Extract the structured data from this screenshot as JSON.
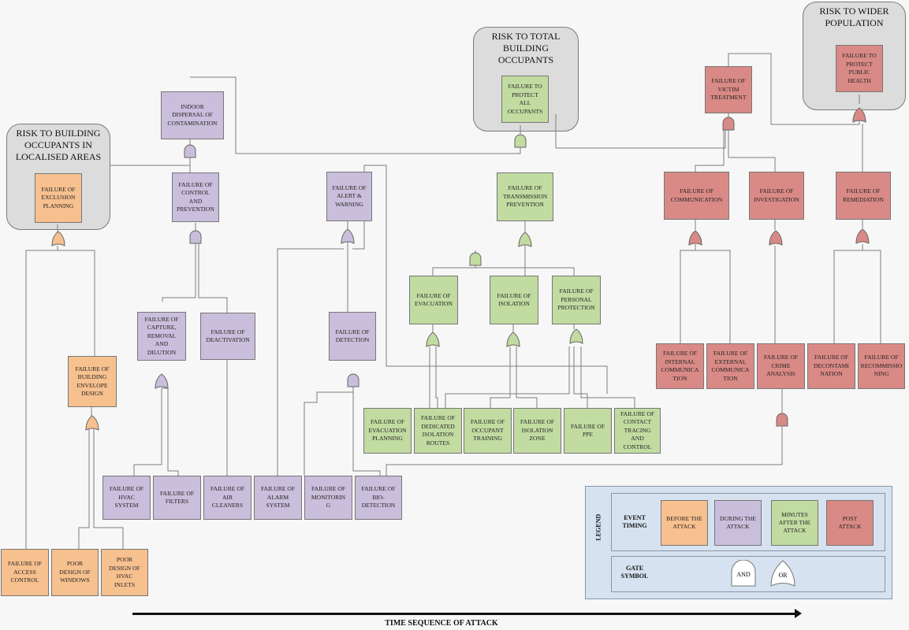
{
  "colors": {
    "before": "#f7c08f",
    "during": "#c9bedb",
    "minutes": "#c2dba1",
    "post": "#d98a86",
    "zone": "#dcdcdc",
    "legend_bg": "#d6e2ef"
  },
  "zones": {
    "localised": "RISK TO BUILDING\nOCCUPANTS IN\nLOCALISED AREAS",
    "total": "RISK TO TOTAL\nBUILDING\nOCCUPANTS",
    "wider": "RISK TO WIDER\nPOPULATION"
  },
  "nodes": {
    "exclusion_planning": "FAILURE OF\nEXCLUSION\nPLANNING",
    "protect_all_occupants": "FAILURE TO\nPROTECT\nALL\nOCCUPANTS",
    "protect_public_health": "FAILURE TO\nPROTECT\nPUBLIC\nHEALTH",
    "indoor_dispersal": "INDOOR\nDISPERSAL OF\nCONTAMINATION",
    "victim_treatment": "FAILURE OF\nVICTIM\nTREATMENT",
    "control_prevention": "FAILURE OF\nCONTROL\nAND\nPREVENTION",
    "alert_warning": "FAILURE OF\nALERT &\nWARNING",
    "transmission_prevention": "FAILURE OF\nTRANSMISSION\nPREVENTION",
    "communication": "FAILURE OF\nCOMMUNICATION",
    "investigation": "FAILURE OF\nINVESTIGATION",
    "remediation": "FAILURE OF\nREMEDIATION",
    "evacuation": "FAILURE OF\nEVACUATION",
    "isolation": "FAILURE OF\nISOLATION",
    "personal_protection": "FAILURE OF\nPERSONAL\nPROTECTION",
    "capture_removal": "FAILURE OF\nCAPTURE,\nREMOVAL\nAND\nDILUTION",
    "deactivation": "FAILURE OF\nDEACTIVATION",
    "detection": "FAILURE OF\nDETECTION",
    "building_envelope": "FAILURE OF\nBUILDING\nENVELOPE\nDESIGN",
    "internal_comm": "FAILURE OF\nINTERNAL\nCOMMUNICA\nTION",
    "external_comm": "FAILURE OF\nEXTERNAL\nCOMMUNICA\nTION",
    "crime_analysis": "FAILURE OF\nCRIME\nANALYSIS",
    "decontamination": "FAILURE OF\nDECONTAMI\nNATION",
    "recommissioning": "FAILURE OF\nRECOMMISSIO\nNING",
    "evacuation_planning": "FAILURE OF\nEVACUATION\nPLANNING",
    "isolation_routes": "FAILURE OF\nDEDICATED\nISOLATION\nROUTES",
    "occupant_training": "FAILURE OF\nOCCUPANT\nTRAINING",
    "isolation_zone": "FAILURE OF\nISOLATION\nZONE",
    "ppe": "FAILURE OF\nPPE",
    "contact_tracing": "FAILURE OF\nCONTACT\nTRACING\nAND\nCONTROL",
    "hvac_system": "FAILURE OF\nHVAC\nSYSTEM",
    "filters": "FAILURE OF\nFILTERS",
    "air_cleaners": "FAILURE OF\nAIR\nCLEANERS",
    "alarm_system": "FAILURE OF\nALARM\nSYSTEM",
    "monitoring": "FAILURE OF\nMONITORIN\nG",
    "bio_detection": "FAILURE OF\nBIO-\nDETECTION",
    "access_control": "FAILURE OF\nACCESS\nCONTROL",
    "windows": "POOR\nDESIGN OF\nWINDOWS",
    "hvac_inlets": "POOR\nDESIGN OF\nHVAC\nINLETS"
  },
  "legend": {
    "title": "LEGEND",
    "event_timing_label": "EVENT\nTIMING",
    "gate_symbol_label": "GATE\nSYMBOL",
    "before": "BEFORE THE\nATTACK",
    "during": "DURING THE\nATTACK",
    "minutes": "MINUTES\nAFTER THE\nATTACK",
    "post": "POST\nATTACK",
    "and_gate": "AND",
    "or_gate": "OR"
  },
  "timeline": {
    "label": "TIME SEQUENCE OF ATTACK"
  }
}
